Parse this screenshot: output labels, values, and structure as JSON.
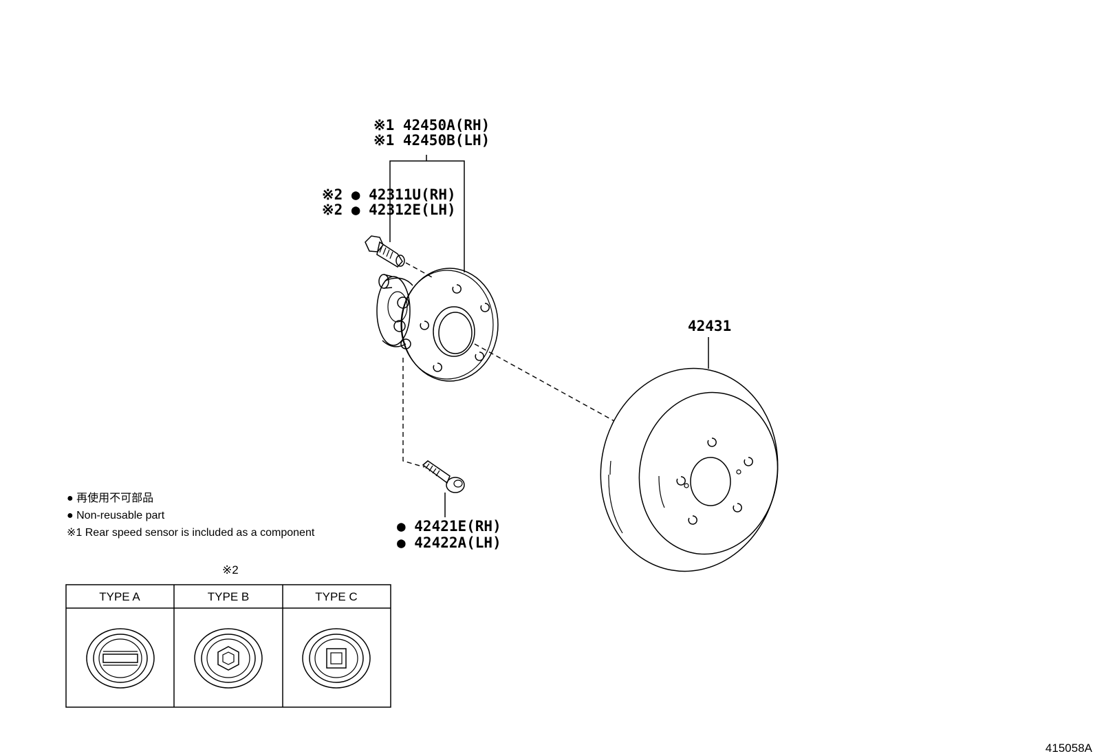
{
  "callouts": {
    "hub_rh": "※1 42450A(RH)",
    "hub_lh": "※1 42450B(LH)",
    "bolt_rh": "※2 ● 42311U(RH)",
    "bolt_lh": "※2 ● 42312E(LH)",
    "disc": "42431",
    "hub_bolt_rh": "● 42421E(RH)",
    "hub_bolt_lh": "● 42422A(LH)"
  },
  "legend": {
    "non_reusable_jp": "● 再使用不可部品",
    "non_reusable_en": "● Non-reusable part",
    "note1": "※1 Rear speed sensor is included as a component"
  },
  "type_table": {
    "title": "※2",
    "headers": [
      "TYPE A",
      "TYPE B",
      "TYPE C"
    ]
  },
  "illustration_code": "415058A"
}
